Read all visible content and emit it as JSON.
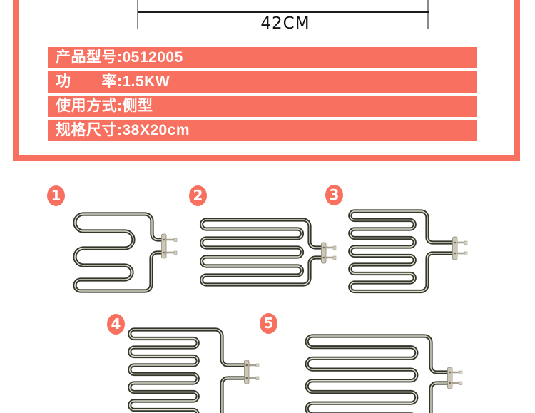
{
  "colors": {
    "accent_salmon": "#f8705f",
    "tube_dark": "#32362b",
    "tube_highlight": "#e0decf",
    "terminal_metal": "#cdc7b7",
    "dimension_line": "#1c1c1c",
    "dimension_tick": "#8a8a8a"
  },
  "spec_box": {
    "dimension_label": "42CM",
    "rows": [
      {
        "label": "产品型号",
        "value": "0512005",
        "text": "产品型号:0512005"
      },
      {
        "label": "功率",
        "value": "1.5KW",
        "text": "功　　率:1.5KW"
      },
      {
        "label": "使用方式",
        "value": "侧型",
        "text": "使用方式:侧型"
      },
      {
        "label": "规格尺寸",
        "value": "38X20cm",
        "text": "规格尺寸:38X20cm"
      }
    ]
  },
  "gallery": {
    "items": [
      {
        "number": "1"
      },
      {
        "number": "2"
      },
      {
        "number": "3"
      },
      {
        "number": "4"
      },
      {
        "number": "5"
      }
    ]
  }
}
